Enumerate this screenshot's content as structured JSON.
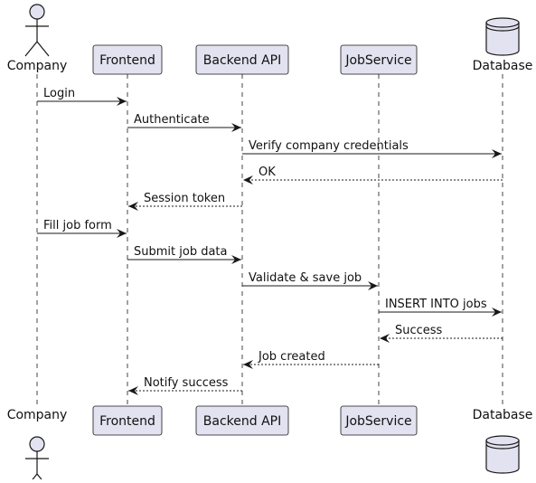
{
  "diagram": {
    "type": "sequence",
    "colors": {
      "participant_fill": "#e2e2f0",
      "participant_border": "#181818",
      "lifeline": "#181818",
      "arrow": "#181818",
      "text": "#000000"
    },
    "participants": [
      {
        "id": "company",
        "label": "Company",
        "kind": "actor"
      },
      {
        "id": "frontend",
        "label": "Frontend",
        "kind": "box"
      },
      {
        "id": "backend",
        "label": "Backend API",
        "kind": "box"
      },
      {
        "id": "jobservice",
        "label": "JobService",
        "kind": "box"
      },
      {
        "id": "database",
        "label": "Database",
        "kind": "database"
      }
    ],
    "messages": [
      {
        "from": "company",
        "to": "frontend",
        "label": "Login",
        "style": "solid"
      },
      {
        "from": "frontend",
        "to": "backend",
        "label": "Authenticate",
        "style": "solid"
      },
      {
        "from": "backend",
        "to": "database",
        "label": "Verify company credentials",
        "style": "solid"
      },
      {
        "from": "database",
        "to": "backend",
        "label": "OK",
        "style": "dashed"
      },
      {
        "from": "backend",
        "to": "frontend",
        "label": "Session token",
        "style": "dashed"
      },
      {
        "from": "company",
        "to": "frontend",
        "label": "Fill job form",
        "style": "solid"
      },
      {
        "from": "frontend",
        "to": "backend",
        "label": "Submit job data",
        "style": "solid"
      },
      {
        "from": "backend",
        "to": "jobservice",
        "label": "Validate & save job",
        "style": "solid"
      },
      {
        "from": "jobservice",
        "to": "database",
        "label": "INSERT INTO jobs",
        "style": "solid"
      },
      {
        "from": "database",
        "to": "jobservice",
        "label": "Success",
        "style": "dashed"
      },
      {
        "from": "jobservice",
        "to": "backend",
        "label": "Job created",
        "style": "dashed"
      },
      {
        "from": "backend",
        "to": "frontend",
        "label": "Notify success",
        "style": "dashed"
      }
    ]
  }
}
